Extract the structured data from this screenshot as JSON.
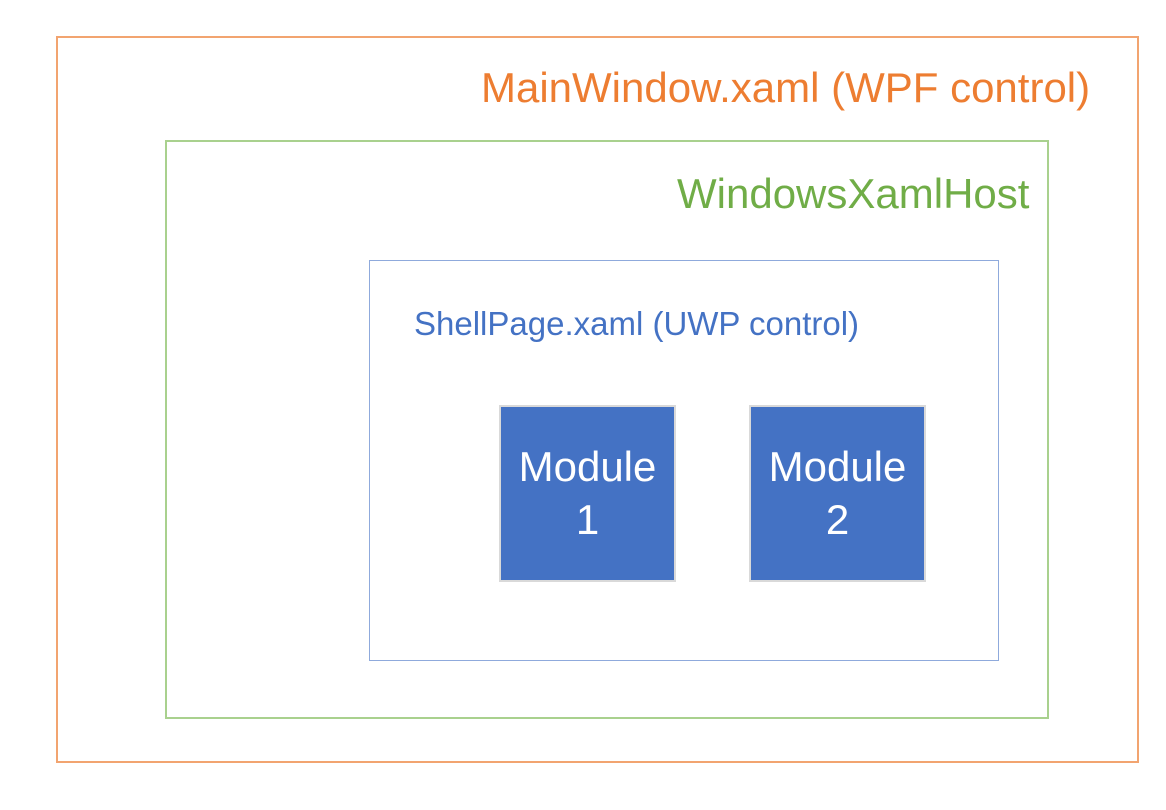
{
  "diagram": {
    "title": "WPF / UWP XAML island nesting diagram",
    "colors": {
      "background": "#FFFFFF",
      "wpf_text": "#ED7D31",
      "wpf_border": "#F2A470",
      "host_text": "#70AD47",
      "host_border": "#A9D18E",
      "uwp_text": "#4472C4",
      "uwp_border": "#8FAADC",
      "module_fill": "#4472C4",
      "module_border": "#D9D9D9",
      "module_text": "#FFFFFF"
    },
    "outer_box": {
      "label": "MainWindow.xaml (WPF control)"
    },
    "host_box": {
      "label": "WindowsXamlHost"
    },
    "shell_box": {
      "label": "ShellPage.xaml (UWP control)"
    },
    "modules": [
      {
        "label": "Module",
        "number": "1"
      },
      {
        "label": "Module",
        "number": "2"
      }
    ]
  }
}
